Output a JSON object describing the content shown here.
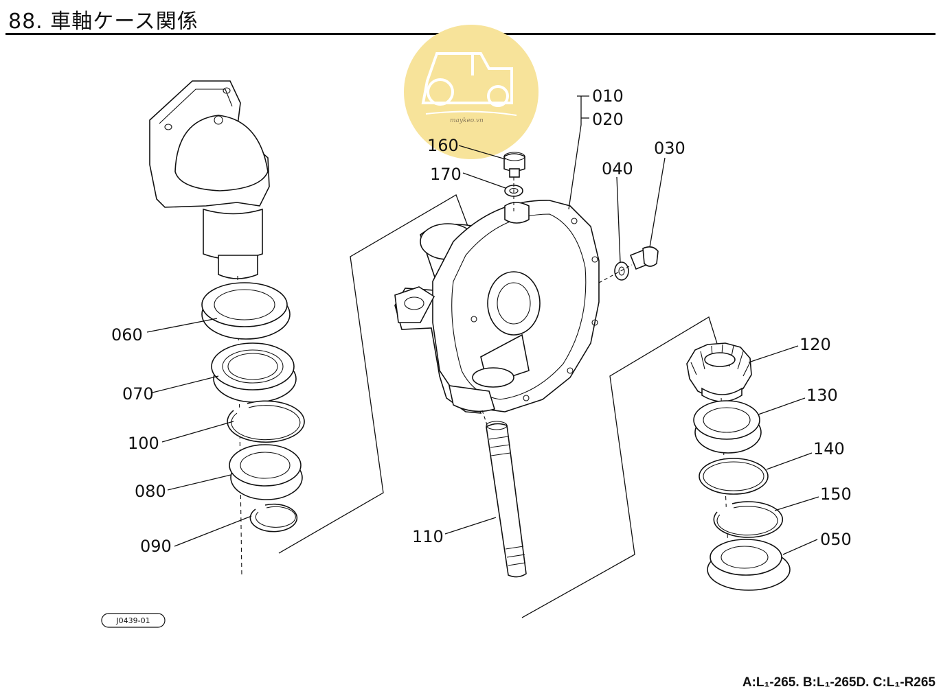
{
  "page": {
    "title": "88. 車軸ケース関係",
    "footer_models": "A:L₁-265. B:L₁-265D. C:L₁-R265"
  },
  "diagram": {
    "figure_code": "J0439-01",
    "watermark_text": "maykeo.vn",
    "callouts": {
      "c010": "010",
      "c020": "020",
      "c030": "030",
      "c040": "040",
      "c050": "050",
      "c060": "060",
      "c070": "070",
      "c080": "080",
      "c090": "090",
      "c100": "100",
      "c110": "110",
      "c120": "120",
      "c130": "130",
      "c140": "140",
      "c150": "150",
      "c160": "160",
      "c170": "170"
    }
  },
  "colors": {
    "line": "#111111",
    "watermark_bg": "#f7e39a",
    "watermark_fg": "#ffffff"
  }
}
